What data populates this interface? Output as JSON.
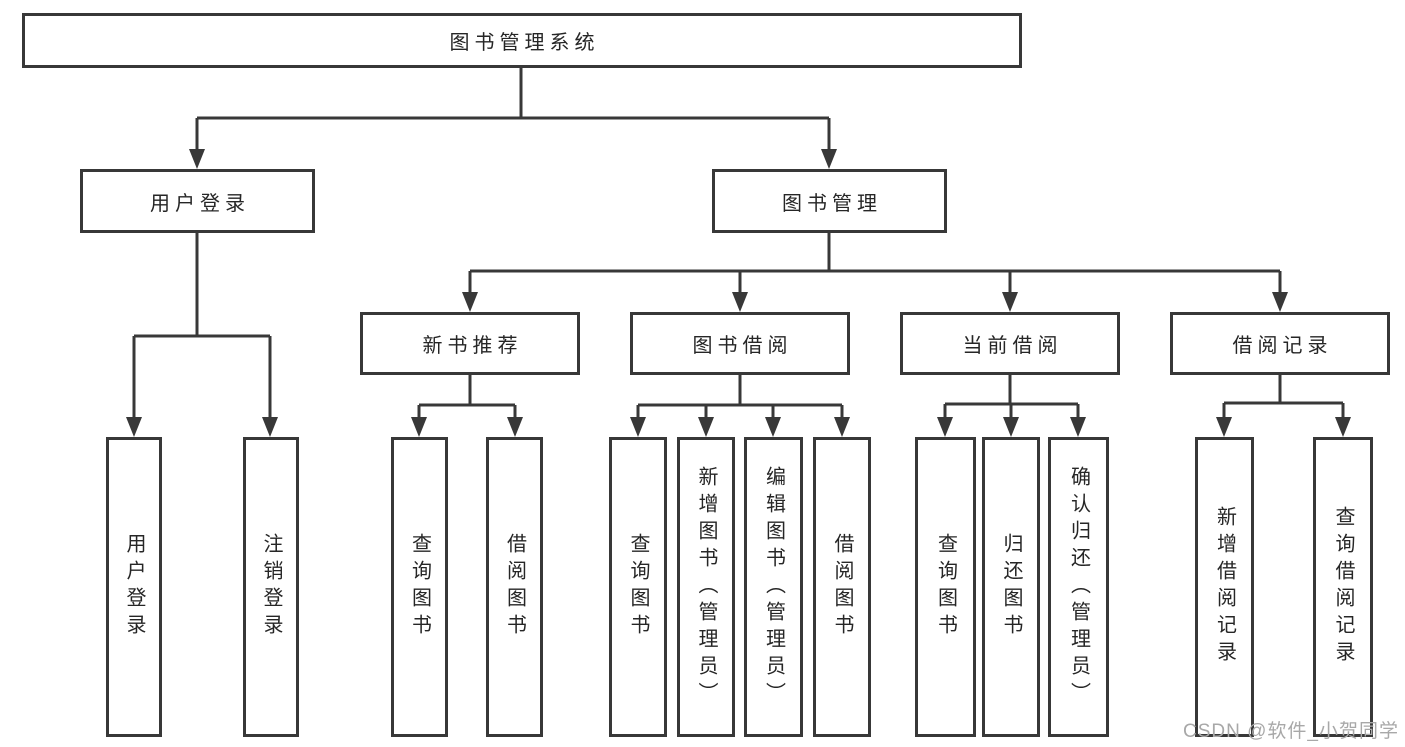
{
  "nodes": {
    "root": "图书管理系统",
    "user_login": "用户登录",
    "book_management": "图书管理",
    "new_book_recommend": "新书推荐",
    "book_borrow": "图书借阅",
    "current_borrow": "当前借阅",
    "borrow_record": "借阅记录",
    "user_login_leaf": "用户登录",
    "logout_leaf": "注销登录",
    "nb_query_book": "查询图书",
    "nb_borrow_book": "借阅图书",
    "bb_query_book": "查询图书",
    "bb_add_book": "新增图书（管理员）",
    "bb_edit_book": "编辑图书（管理员）",
    "bb_borrow_book": "借阅图书",
    "cb_query_book": "查询图书",
    "cb_return_book": "归还图书",
    "cb_confirm_return": "确认归还（管理员）",
    "br_add_record": "新增借阅记录",
    "br_query_record": "查询借阅记录"
  },
  "edges": [
    {
      "parent": "root",
      "children": [
        "user_login",
        "book_management"
      ]
    },
    {
      "parent": "user_login",
      "children": [
        "user_login_leaf",
        "logout_leaf"
      ]
    },
    {
      "parent": "book_management",
      "children": [
        "new_book_recommend",
        "book_borrow",
        "current_borrow",
        "borrow_record"
      ]
    },
    {
      "parent": "new_book_recommend",
      "children": [
        "nb_query_book",
        "nb_borrow_book"
      ]
    },
    {
      "parent": "book_borrow",
      "children": [
        "bb_query_book",
        "bb_add_book",
        "bb_edit_book",
        "bb_borrow_book"
      ]
    },
    {
      "parent": "current_borrow",
      "children": [
        "cb_query_book",
        "cb_return_book",
        "cb_confirm_return"
      ]
    },
    {
      "parent": "borrow_record",
      "children": [
        "br_add_record",
        "br_query_record"
      ]
    }
  ],
  "watermark": "CSDN @软件_小贺同学",
  "colors": {
    "line": "#383838",
    "text": "#262626",
    "background": "#ffffff",
    "watermark": "#a8a8a8"
  }
}
